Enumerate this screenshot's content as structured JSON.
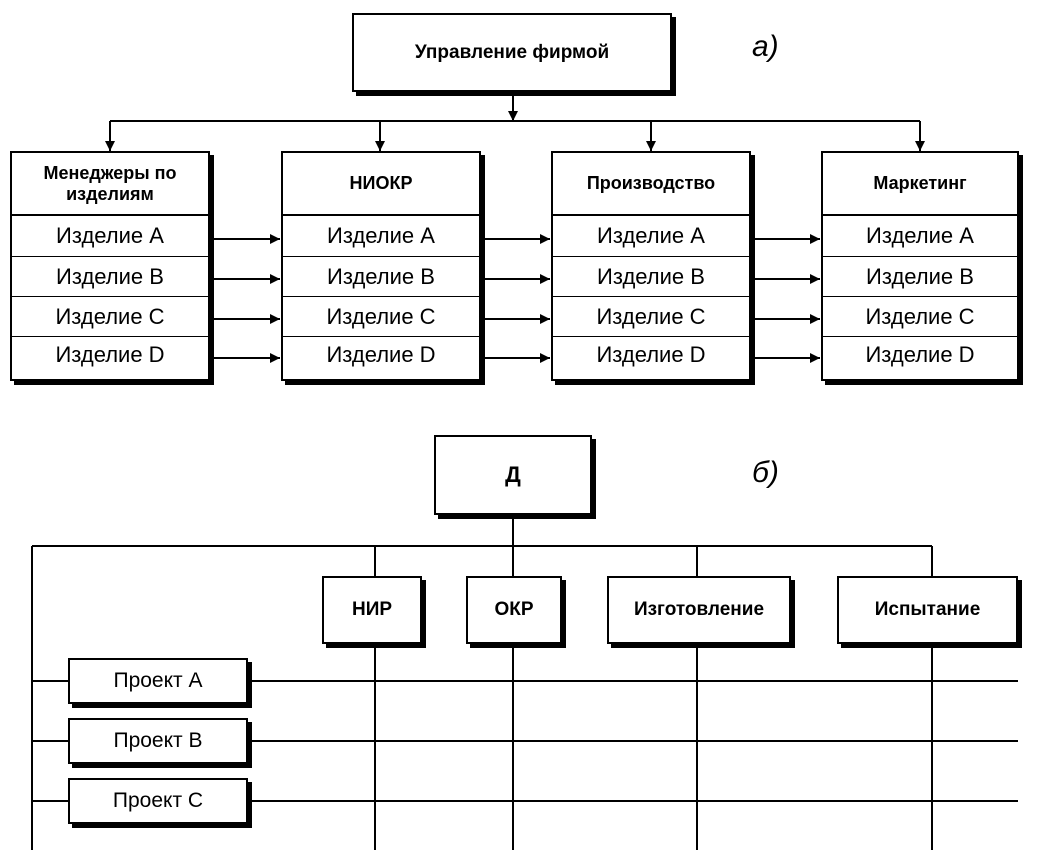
{
  "diagram_a": {
    "label": "а)",
    "top": "Управление фирмой",
    "departments": [
      {
        "title": "Менеджеры по изделиям",
        "items": [
          "Изделие A",
          "Изделие B",
          "Изделие C",
          "Изделие D"
        ]
      },
      {
        "title": "НИОКР",
        "items": [
          "Изделие A",
          "Изделие B",
          "Изделие C",
          "Изделие D"
        ]
      },
      {
        "title": "Производство",
        "items": [
          "Изделие A",
          "Изделие B",
          "Изделие C",
          "Изделие D"
        ]
      },
      {
        "title": "Маркетинг",
        "items": [
          "Изделие A",
          "Изделие B",
          "Изделие C",
          "Изделие D"
        ]
      }
    ]
  },
  "diagram_b": {
    "label": "б)",
    "top": "Д",
    "functions": [
      "НИР",
      "ОКР",
      "Изготовление",
      "Испытание"
    ],
    "projects": [
      "Проект A",
      "Проект B",
      "Проект C"
    ]
  }
}
